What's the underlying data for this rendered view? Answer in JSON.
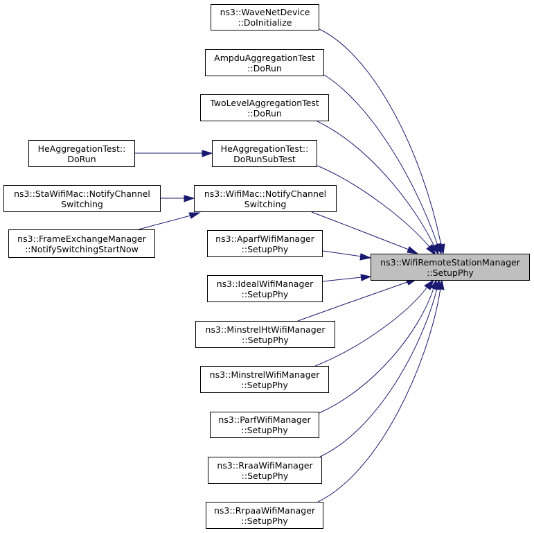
{
  "diagram": {
    "target": {
      "line1": "ns3::WifiRemoteStationManager",
      "line2": "::SetupPhy"
    },
    "nodes": {
      "wave_net_device": {
        "line1": "ns3::WaveNetDevice",
        "line2": "::DoInitialize"
      },
      "ampdu_test": {
        "line1": "AmpduAggregationTest",
        "line2": "::DoRun"
      },
      "two_level_test": {
        "line1": "TwoLevelAggregationTest",
        "line2": "::DoRun"
      },
      "he_subtest": {
        "line1": "HeAggregationTest::",
        "line2": "DoRunSubTest"
      },
      "he_dorun": {
        "line1": "HeAggregationTest::",
        "line2": "DoRun"
      },
      "wifimac_notify": {
        "line1": "ns3::WifiMac::NotifyChannel",
        "line2": "Switching"
      },
      "sta_wifimac_notify": {
        "line1": "ns3::StaWifiMac::NotifyChannel",
        "line2": "Switching"
      },
      "frame_exchange": {
        "line1": "ns3::FrameExchangeManager",
        "line2": "::NotifySwitchingStartNow"
      },
      "aparf": {
        "line1": "ns3::AparfWifiManager",
        "line2": "::SetupPhy"
      },
      "ideal": {
        "line1": "ns3::IdealWifiManager",
        "line2": "::SetupPhy"
      },
      "minstrel_ht": {
        "line1": "ns3::MinstrelHtWifiManager",
        "line2": "::SetupPhy"
      },
      "minstrel": {
        "line1": "ns3::MinstrelWifiManager",
        "line2": "::SetupPhy"
      },
      "parf": {
        "line1": "ns3::ParfWifiManager",
        "line2": "::SetupPhy"
      },
      "rraa": {
        "line1": "ns3::RraaWifiManager",
        "line2": "::SetupPhy"
      },
      "rrpaa": {
        "line1": "ns3::RrpaaWifiManager",
        "line2": "::SetupPhy"
      }
    },
    "edge_color": "#191970",
    "target_fill": "#bfbfbf"
  }
}
